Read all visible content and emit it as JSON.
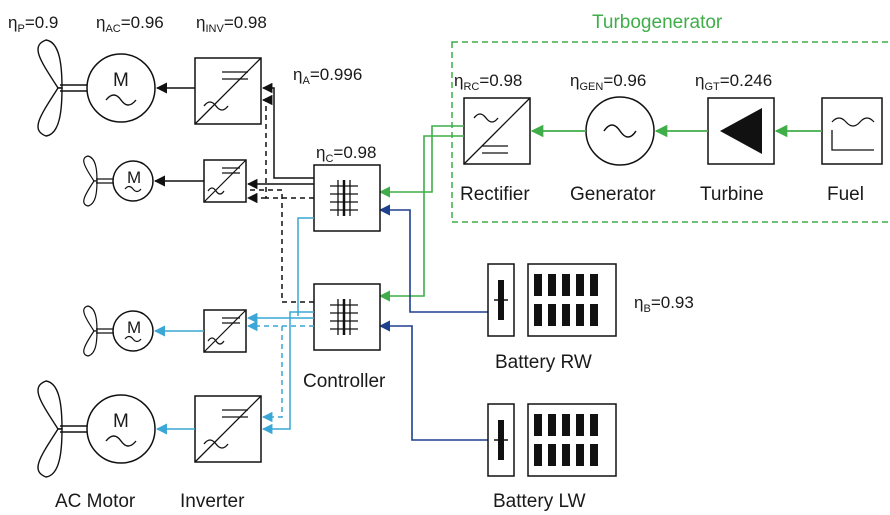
{
  "labels": {
    "turbogenerator": "Turbogenerator",
    "rectifier": "Rectifier",
    "generator": "Generator",
    "turbine": "Turbine",
    "fuel": "Fuel",
    "controller": "Controller",
    "battery_rw": "Battery RW",
    "battery_lw": "Battery LW",
    "ac_motor": "AC Motor",
    "inverter": "Inverter",
    "motor_symbol": "M"
  },
  "efficiencies": {
    "symbol": "η",
    "propeller": {
      "sub": "P",
      "value": "=0.9"
    },
    "ac_motor": {
      "sub": "AC",
      "value": "=0.96"
    },
    "inverter": {
      "sub": "INV",
      "value": "=0.98"
    },
    "cable": {
      "sub": "A",
      "value": "=0.996"
    },
    "controller": {
      "sub": "C",
      "value": "=0.98"
    },
    "rectifier": {
      "sub": "RC",
      "value": "=0.98"
    },
    "generator": {
      "sub": "GEN",
      "value": "=0.96"
    },
    "turbine": {
      "sub": "GT",
      "value": "=0.246"
    },
    "battery": {
      "sub": "B",
      "value": "=0.93"
    }
  },
  "colors": {
    "green": "#3fae49",
    "dark_blue": "#1f3f8f",
    "light_blue": "#3aa7d6",
    "black": "#111111"
  }
}
